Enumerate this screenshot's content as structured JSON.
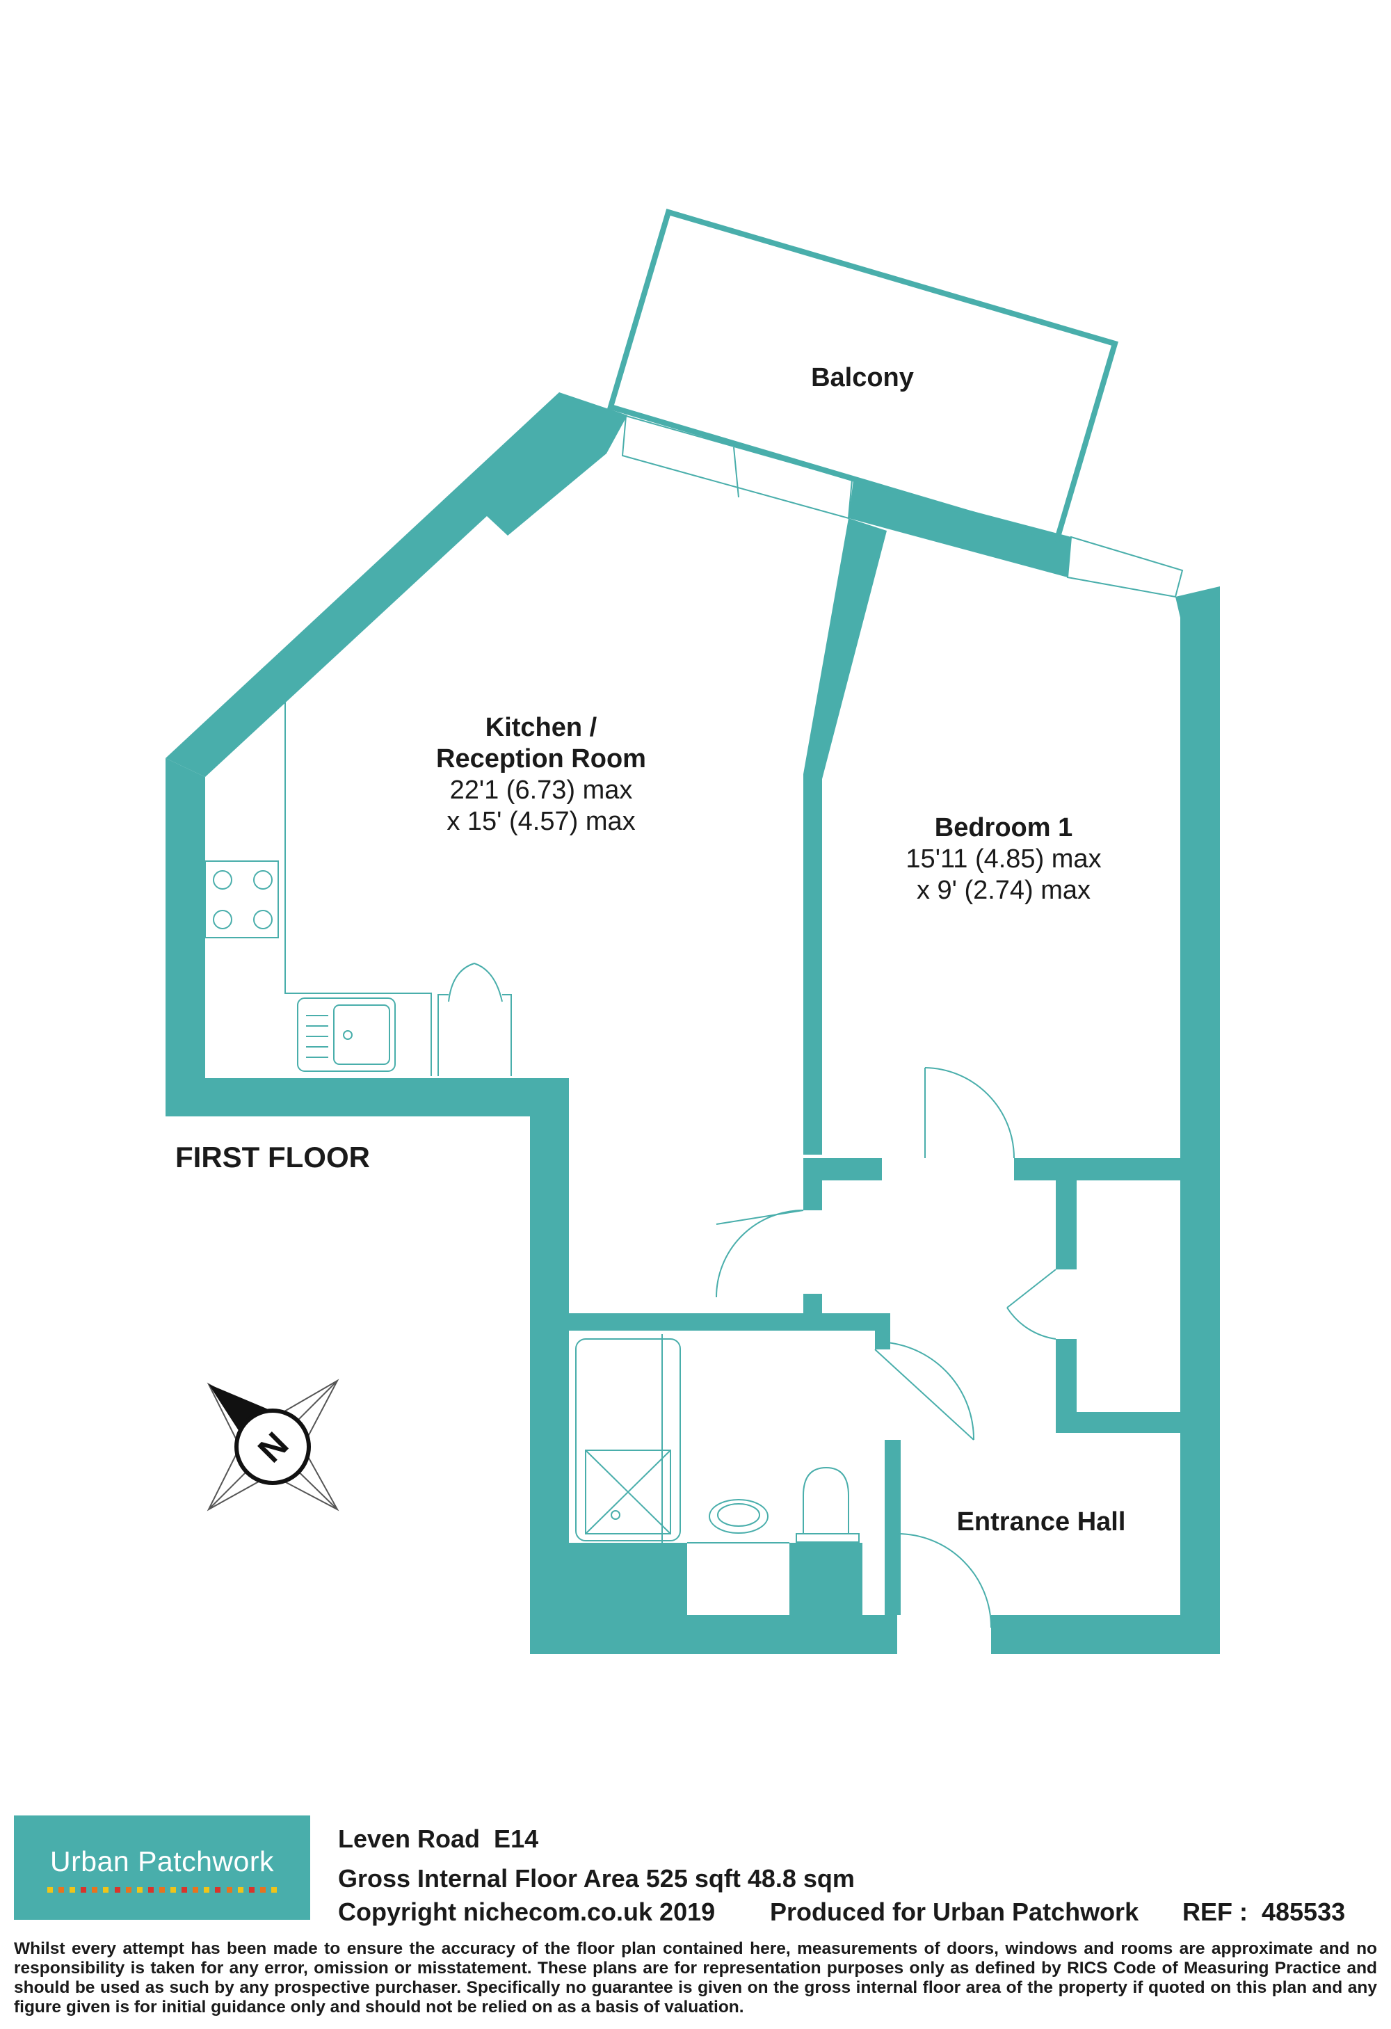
{
  "colors": {
    "wall": "#49aeab",
    "balcony_outline": "#49aeab",
    "fixture_line": "#49aeab",
    "text": "#1a1a1a",
    "logo_bg": "#49aeab"
  },
  "rooms": {
    "balcony": {
      "name": "Balcony"
    },
    "kitchen": {
      "name_line1": "Kitchen /",
      "name_line2": "Reception Room",
      "dim_line1": "22'1 (6.73) max",
      "dim_line2": "x 15' (4.57) max"
    },
    "bedroom": {
      "name": "Bedroom 1",
      "dim_line1": "15'11 (4.85) max",
      "dim_line2": "x 9' (2.74) max"
    },
    "entrance": {
      "name": "Entrance Hall"
    }
  },
  "floor_label": "FIRST FLOOR",
  "compass": {
    "letter": "N",
    "icon": "compass-rose-icon"
  },
  "logo": {
    "text": "Urban Patchwork",
    "dot_colors": [
      "#f0c419",
      "#e8731e",
      "#f0c419",
      "#d9342b",
      "#e8731e",
      "#f0c419",
      "#d9342b",
      "#e8731e",
      "#f0c419",
      "#d9342b",
      "#e8731e",
      "#f0c419",
      "#d9342b",
      "#e8731e",
      "#f0c419",
      "#d9342b",
      "#e8731e",
      "#f0c419",
      "#d9342b",
      "#e8731e",
      "#f0c419"
    ]
  },
  "info": {
    "address": "Leven Road  E14",
    "area": "Gross Internal Floor Area 525 sqft 48.8 sqm",
    "copyright": "Copyright nichecom.co.uk 2019",
    "produced_for": "Produced for Urban Patchwork",
    "ref": "REF :  485533"
  },
  "disclaimer": "Whilst every attempt has been made to ensure the accuracy of the floor plan contained here, measurements of doors, windows and rooms are approximate and no responsibility is taken for any error, omission or misstatement.  These plans are for representation purposes only as defined by RICS Code of Measuring Practice and should be used as such by any prospective purchaser.  Specifically no guarantee is given on the gross internal floor area of the property if quoted on this plan and any figure given is for initial guidance only and should not be relied on as a basis of valuation."
}
